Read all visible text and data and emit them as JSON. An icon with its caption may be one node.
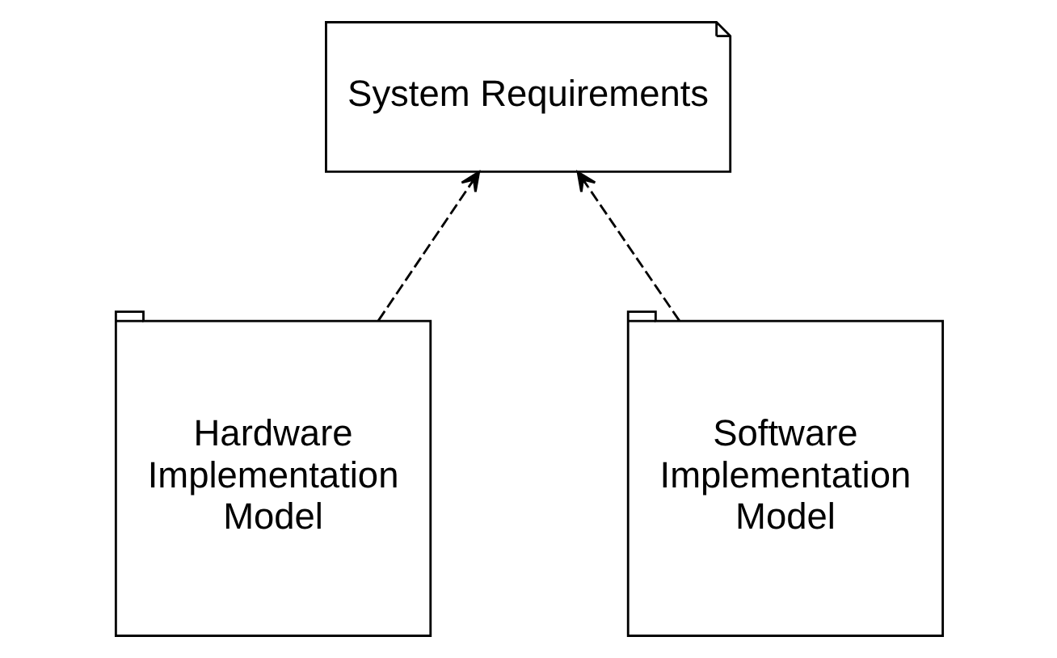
{
  "diagram": {
    "nodes": [
      {
        "text": [
          "System Requirements"
        ]
      },
      {
        "text": [
          "Hardware Implementation Model"
        ]
      },
      {
        "text": [
          "Software Implementation Model"
        ]
      }
    ],
    "edges": [
      {
        "from": 1,
        "to": 0,
        "arrow": "to",
        "style": "dashed"
      },
      {
        "from": 2,
        "to": 0,
        "arrow": "to",
        "style": "dashed"
      }
    ]
  }
}
